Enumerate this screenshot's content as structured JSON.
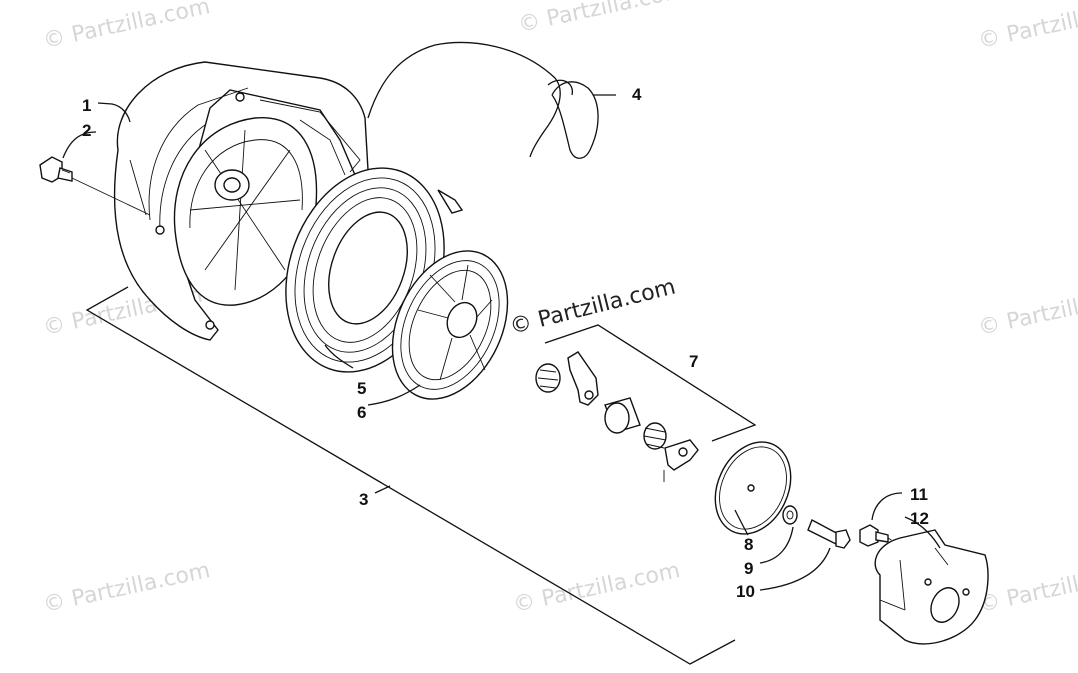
{
  "watermarks": {
    "main": "© Partzilla.com",
    "faint": [
      "© Partzilla.com",
      "© Partzilla.com",
      "© Partzilla.com",
      "© Partzilla.com",
      "© Partzilla.com",
      "© Partzilla.com",
      "© Partzilla.com",
      "© Partzilla.com"
    ]
  },
  "callouts": [
    "1",
    "2",
    "3",
    "4",
    "5",
    "6",
    "7",
    "8",
    "9",
    "10",
    "11",
    "12"
  ]
}
